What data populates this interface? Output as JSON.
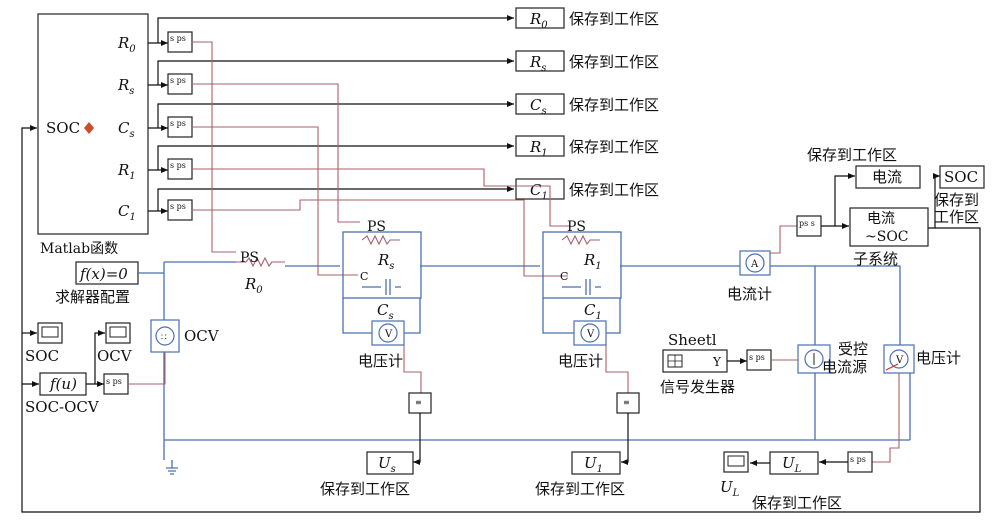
{
  "matlab_fcn": {
    "label": "Matlab函数",
    "input": "SOC",
    "outputs": [
      "R0",
      "Rs",
      "Cs",
      "R1",
      "C1"
    ]
  },
  "conv_label": "s ps",
  "conv_label_ps_s": "ps s",
  "to_workspace": {
    "label": "保存到工作区",
    "items": [
      "R0",
      "Rs",
      "Cs",
      "R1",
      "C1"
    ]
  },
  "solver": {
    "block_text": "f(x)=0",
    "label": "求解器配置"
  },
  "ocv": {
    "label": "OCV",
    "scope_label": "OCV"
  },
  "soc_ocv": {
    "block_text": "f(u)",
    "label": "SOC-OCV",
    "scope_label": "SOC"
  },
  "ps_label": "PS",
  "r0_label": "R0",
  "rc1": {
    "r": "Rs",
    "c": "Cs",
    "c_port": "C",
    "ps": "PS"
  },
  "rc2": {
    "r": "R1",
    "c": "C1",
    "c_port": "C",
    "ps": "PS"
  },
  "voltmeter_label": "电压计",
  "current_meter_label": "电流计",
  "signal_gen": {
    "name": "Sheetl",
    "port": "Y",
    "label": "信号发生器"
  },
  "controlled_source": {
    "label_line1": "受控",
    "label_line2": "电流源"
  },
  "load_voltmeter_label": "电压计",
  "current_save": {
    "header": "保存到工作区",
    "block": "电流"
  },
  "soc_subsystem": {
    "line1": "电流",
    "line2": "~SOC",
    "label": "子系统"
  },
  "soc_out": {
    "block": "SOC",
    "label_line1": "保存到",
    "label_line2": "工作区"
  },
  "us_save": {
    "block": "Us",
    "label": "保存到工作区"
  },
  "u1_save": {
    "block": "U1",
    "label": "保存到工作区"
  },
  "ul_save": {
    "block": "UL",
    "label": "保存到工作区",
    "scope_label": "UL"
  }
}
